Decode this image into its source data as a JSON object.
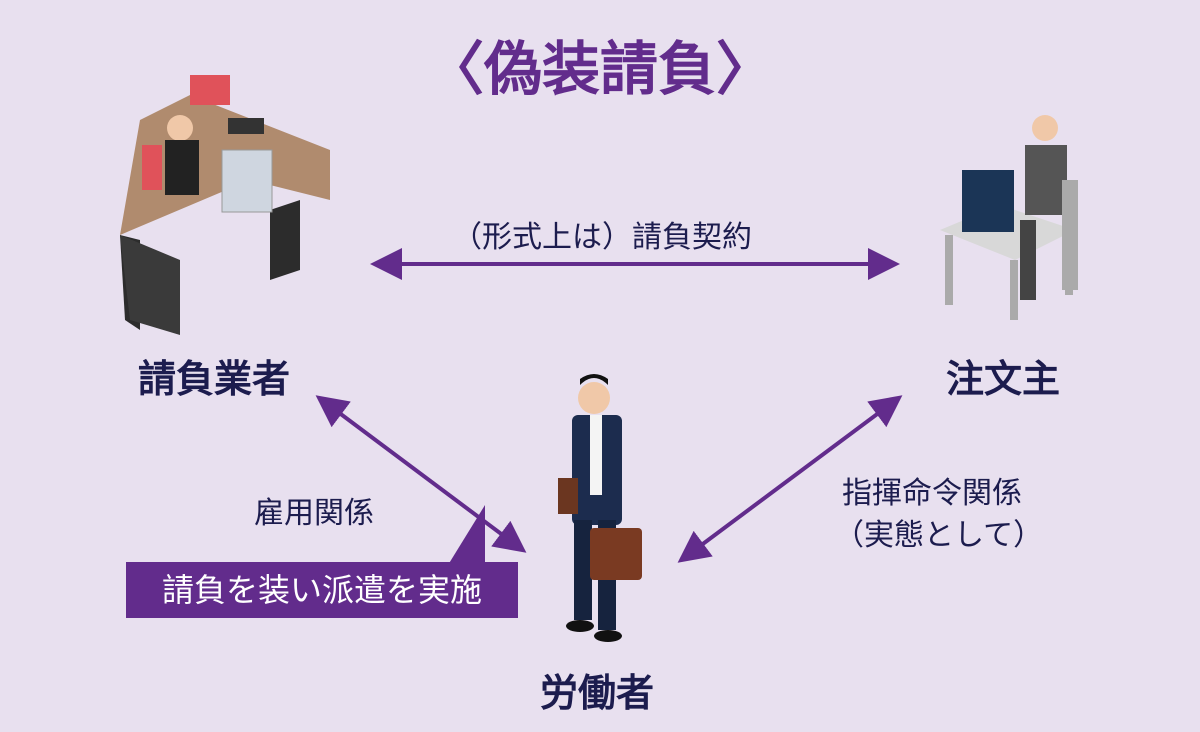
{
  "title": "〈偽装請負〉",
  "nodes": {
    "contractor": "請負業者",
    "client": "注文主",
    "worker": "労働者"
  },
  "relations": {
    "contract": "（形式上は）請負契約",
    "employment": "雇用関係",
    "command_line1": "指揮命令関係",
    "command_line2": "（実態として）"
  },
  "callout": "請負を装い派遣を実施",
  "colors": {
    "background": "#e8e0ef",
    "accent": "#622c8c",
    "text": "#1c1c4e"
  }
}
